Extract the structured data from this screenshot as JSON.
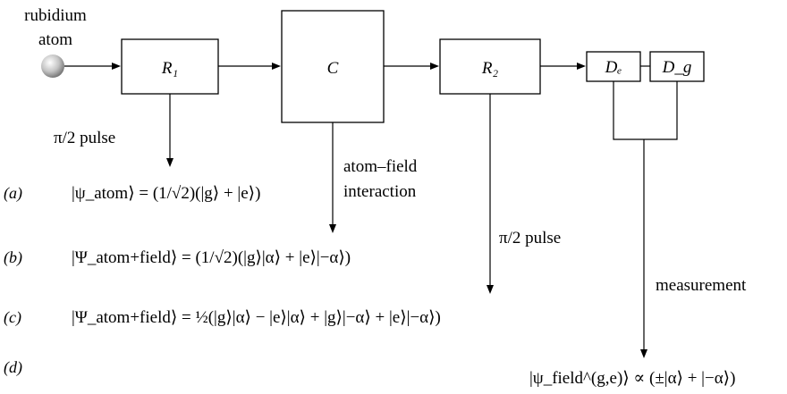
{
  "diagram": {
    "source": {
      "line1": "rubidium",
      "line2": "atom"
    },
    "boxes": {
      "r1": "R₁",
      "c": "C",
      "r2": "R₂",
      "de": "Dₑ",
      "dg": "D_g"
    },
    "annotations": {
      "pulse1": "π/2 pulse",
      "interaction_line1": "atom–field",
      "interaction_line2": "interaction",
      "pulse2": "π/2 pulse",
      "measurement": "measurement"
    },
    "rows": [
      {
        "label": "(a)",
        "equation": "|ψ_atom⟩ = (1/√2)(|g⟩ + |e⟩)"
      },
      {
        "label": "(b)",
        "equation": "|Ψ_atom+field⟩ = (1/√2)(|g⟩|α⟩ + |e⟩|−α⟩)"
      },
      {
        "label": "(c)",
        "equation": "|Ψ_atom+field⟩ = ½(|g⟩|α⟩ − |e⟩|α⟩ + |g⟩|−α⟩ + |e⟩|−α⟩)"
      },
      {
        "label": "(d)",
        "equation": "|ψ_field^(g,e)⟩ ∝ (±|α⟩ + |−α⟩)"
      }
    ]
  }
}
